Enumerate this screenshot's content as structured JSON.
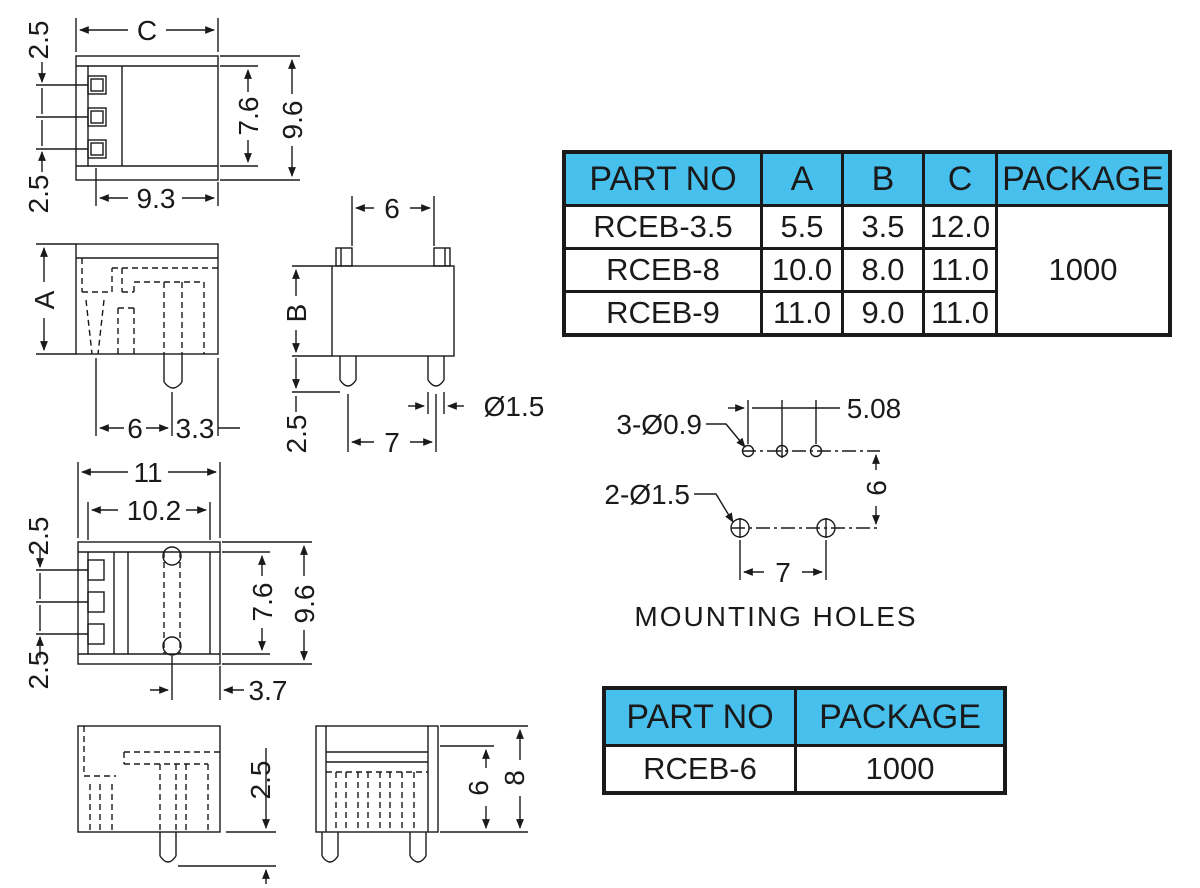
{
  "colors": {
    "header_fill": "#48c0ee",
    "line": "#1a1a1a"
  },
  "top_view": {
    "dim_c": "C",
    "dim_upper_offset": "2.5",
    "dim_lower_offset": "2.5",
    "dim_7_6": "7.6",
    "dim_9_6": "9.6",
    "dim_9_3": "9.3"
  },
  "side_view": {
    "dim_a": "A",
    "dim_6": "6",
    "dim_3_3": "3.3"
  },
  "front_view": {
    "dim_6": "6",
    "dim_b": "B",
    "dim_2_5": "2.5",
    "dim_7": "7",
    "dim_pin": "Ø1.5"
  },
  "top_view_6": {
    "dim_11": "11",
    "dim_10_2": "10.2",
    "dim_upper_offset": "2.5",
    "dim_lower_offset": "2.5",
    "dim_7_6": "7.6",
    "dim_9_6": "9.6",
    "dim_3_7": "3.7"
  },
  "side_view_6": {
    "dim_2_5": "2.5"
  },
  "front_view_6": {
    "dim_6": "6",
    "dim_8": "8"
  },
  "mounting": {
    "title": "MOUNTING HOLES",
    "small_holes": "3-Ø0.9",
    "pitch": "5.08",
    "large_holes": "2-Ø1.5",
    "spacing_v": "6",
    "spacing_h": "7"
  },
  "table_main": {
    "headers": [
      "PART NO",
      "A",
      "B",
      "C",
      "PACKAGE"
    ],
    "rows": [
      [
        "RCEB-3.5",
        "5.5",
        "3.5",
        "12.0"
      ],
      [
        "RCEB-8",
        "10.0",
        "8.0",
        "11.0"
      ],
      [
        "RCEB-9",
        "11.0",
        "9.0",
        "11.0"
      ]
    ],
    "package": "1000"
  },
  "table_6": {
    "headers": [
      "PART NO",
      "PACKAGE"
    ],
    "rows": [
      [
        "RCEB-6",
        "1000"
      ]
    ]
  }
}
